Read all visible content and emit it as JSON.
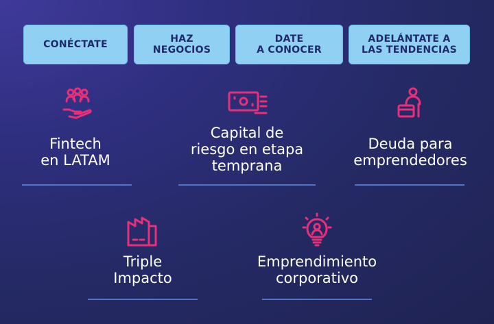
{
  "tabs": [
    {
      "label": "CONÉCTATE"
    },
    {
      "label": "HAZ\nNEGOCIOS"
    },
    {
      "label": "DATE\nA CONOCER"
    },
    {
      "label": "ADELÁNTATE A\nLAS TENDENCIAS"
    }
  ],
  "topics": [
    {
      "label": "Fintech\nen LATAM",
      "icon": "hand-group-icon"
    },
    {
      "label": "Capital de\nriesgo en etapa\ntemprana",
      "icon": "banknote-icon"
    },
    {
      "label": "Deuda para\nemprendedores",
      "icon": "person-card-icon"
    },
    {
      "label": "Triple\nImpacto",
      "icon": "factory-icon"
    },
    {
      "label": "Emprendimiento\ncorporativo",
      "icon": "lightbulb-person-icon"
    }
  ],
  "colors": {
    "accent": "#e8307a",
    "tab_bg": "#8fd0f3",
    "tab_text": "#1f2a6b",
    "rule": "#4f74c8"
  }
}
